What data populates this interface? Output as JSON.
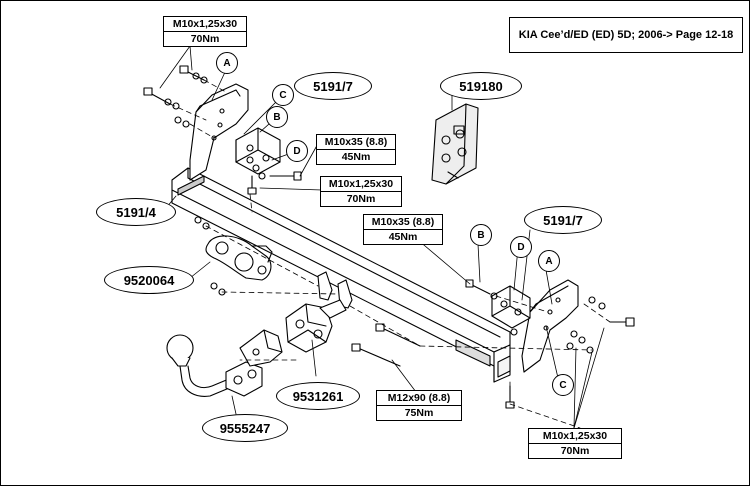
{
  "header": {
    "title": "KIA Cee’d/ED (ED) 5D; 2006-> Page 12-18"
  },
  "specs": [
    {
      "id": "top_left",
      "line1": "M10x1,25x30",
      "line2": "70Nm"
    },
    {
      "id": "mid_a",
      "line1": "M10x35 (8.8)",
      "line2": "45Nm"
    },
    {
      "id": "mid_b",
      "line1": "M10x1,25x30",
      "line2": "70Nm"
    },
    {
      "id": "right_a",
      "line1": "M10x35 (8.8)",
      "line2": "45Nm"
    },
    {
      "id": "bottom_mid",
      "line1": "M12x90 (8.8)",
      "line2": "75Nm"
    },
    {
      "id": "bottom_right",
      "line1": "M10x1,25x30",
      "line2": "70Nm"
    }
  ],
  "parts": [
    {
      "id": "p51917_top",
      "label": "5191/7"
    },
    {
      "id": "p519180",
      "label": "519180"
    },
    {
      "id": "p51914",
      "label": "5191/4"
    },
    {
      "id": "p51917_right",
      "label": "5191/7"
    },
    {
      "id": "p9520064",
      "label": "9520064"
    },
    {
      "id": "p9531261",
      "label": "9531261"
    },
    {
      "id": "p9555247",
      "label": "9555247"
    }
  ],
  "refs": [
    {
      "id": "a_top",
      "label": "A"
    },
    {
      "id": "c_top",
      "label": "C"
    },
    {
      "id": "b_top",
      "label": "B"
    },
    {
      "id": "d_top",
      "label": "D"
    },
    {
      "id": "b_right",
      "label": "B"
    },
    {
      "id": "d_right",
      "label": "D"
    },
    {
      "id": "a_right",
      "label": "A"
    },
    {
      "id": "c_right",
      "label": "C"
    }
  ]
}
